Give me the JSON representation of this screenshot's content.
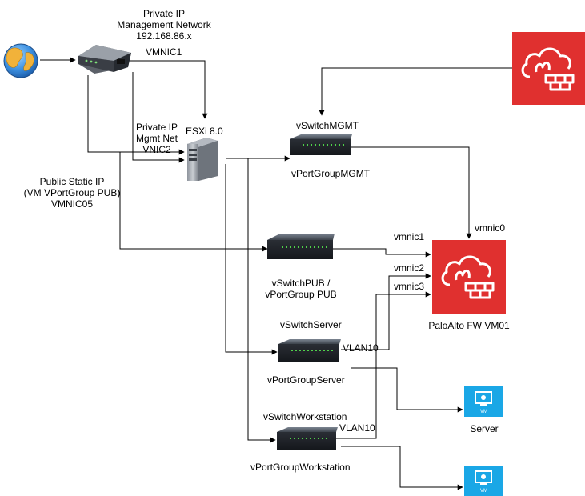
{
  "labels": {
    "private_ip": "Private IP\nManagement Network\n192.168.86.x",
    "vmnic1": "VMNIC1",
    "private_ip_mgmt": "Private IP\nMgmt Net\nVNIC2",
    "esxi": "ESXi 8.0",
    "public_ip": "Public Static IP\n(VM VPortGroup PUB)\nVMNIC05",
    "vswitch_mgmt": "vSwitchMGMT",
    "vportgroup_mgmt": "vPortGroupMGMT",
    "vmnic0": "vmnic0",
    "vmnic1_fw": "vmnic1",
    "vmnic2": "vmnic2",
    "vmnic3": "vmnic3",
    "vswitch_pub": "vSwitchPUB /\nvPortGroup PUB",
    "firewall_name": "PaloAlto FW VM01",
    "vswitch_server": "vSwitchServer",
    "vlan10_server": "VLAN10",
    "vportgroup_server": "vPortGroupServer",
    "server_label": "Server",
    "vswitch_workstation": "vSwitchWorkstation",
    "vlan10_workstation": "VLAN10",
    "vportgroup_workstation": "vPortGroupWorkstation",
    "vm_badge": "VM"
  },
  "icons": {
    "internet": "globe-icon",
    "router": "router-icon",
    "esxi_host": "server-tower-icon",
    "switch": "network-switch-icon",
    "firewall": "firewall-cloud-icon",
    "vm": "vm-monitor-icon"
  },
  "colors": {
    "firewall_red": "#e0302f",
    "vm_blue": "#1aa7e6",
    "switch_dark": "#2b2f36",
    "switch_port_green": "#4fd14a"
  }
}
